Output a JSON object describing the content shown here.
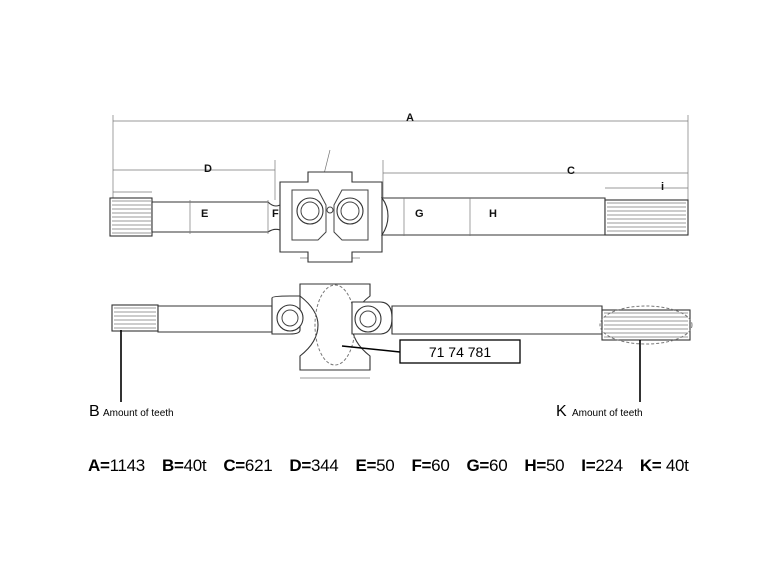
{
  "drawing": {
    "dimension_labels": {
      "A": "A",
      "C": "C",
      "D": "D",
      "E": "E",
      "F": "F",
      "G": "G",
      "H": "H",
      "I": "i"
    },
    "part_number": "71 74 781",
    "callouts": [
      {
        "letter": "B",
        "text": "Amount of teeth"
      },
      {
        "letter": "K",
        "text": "Amount of teeth"
      }
    ]
  },
  "legend": [
    {
      "key": "A=",
      "value": "1143"
    },
    {
      "key": "B=",
      "value": "40t"
    },
    {
      "key": "C=",
      "value": "621"
    },
    {
      "key": "D=",
      "value": "344"
    },
    {
      "key": "E=",
      "value": "50"
    },
    {
      "key": "F=",
      "value": "60"
    },
    {
      "key": "G=",
      "value": "60"
    },
    {
      "key": "H=",
      "value": "50"
    },
    {
      "key": "I=",
      "value": "224"
    },
    {
      "key": "K=",
      "value": " 40t"
    }
  ]
}
